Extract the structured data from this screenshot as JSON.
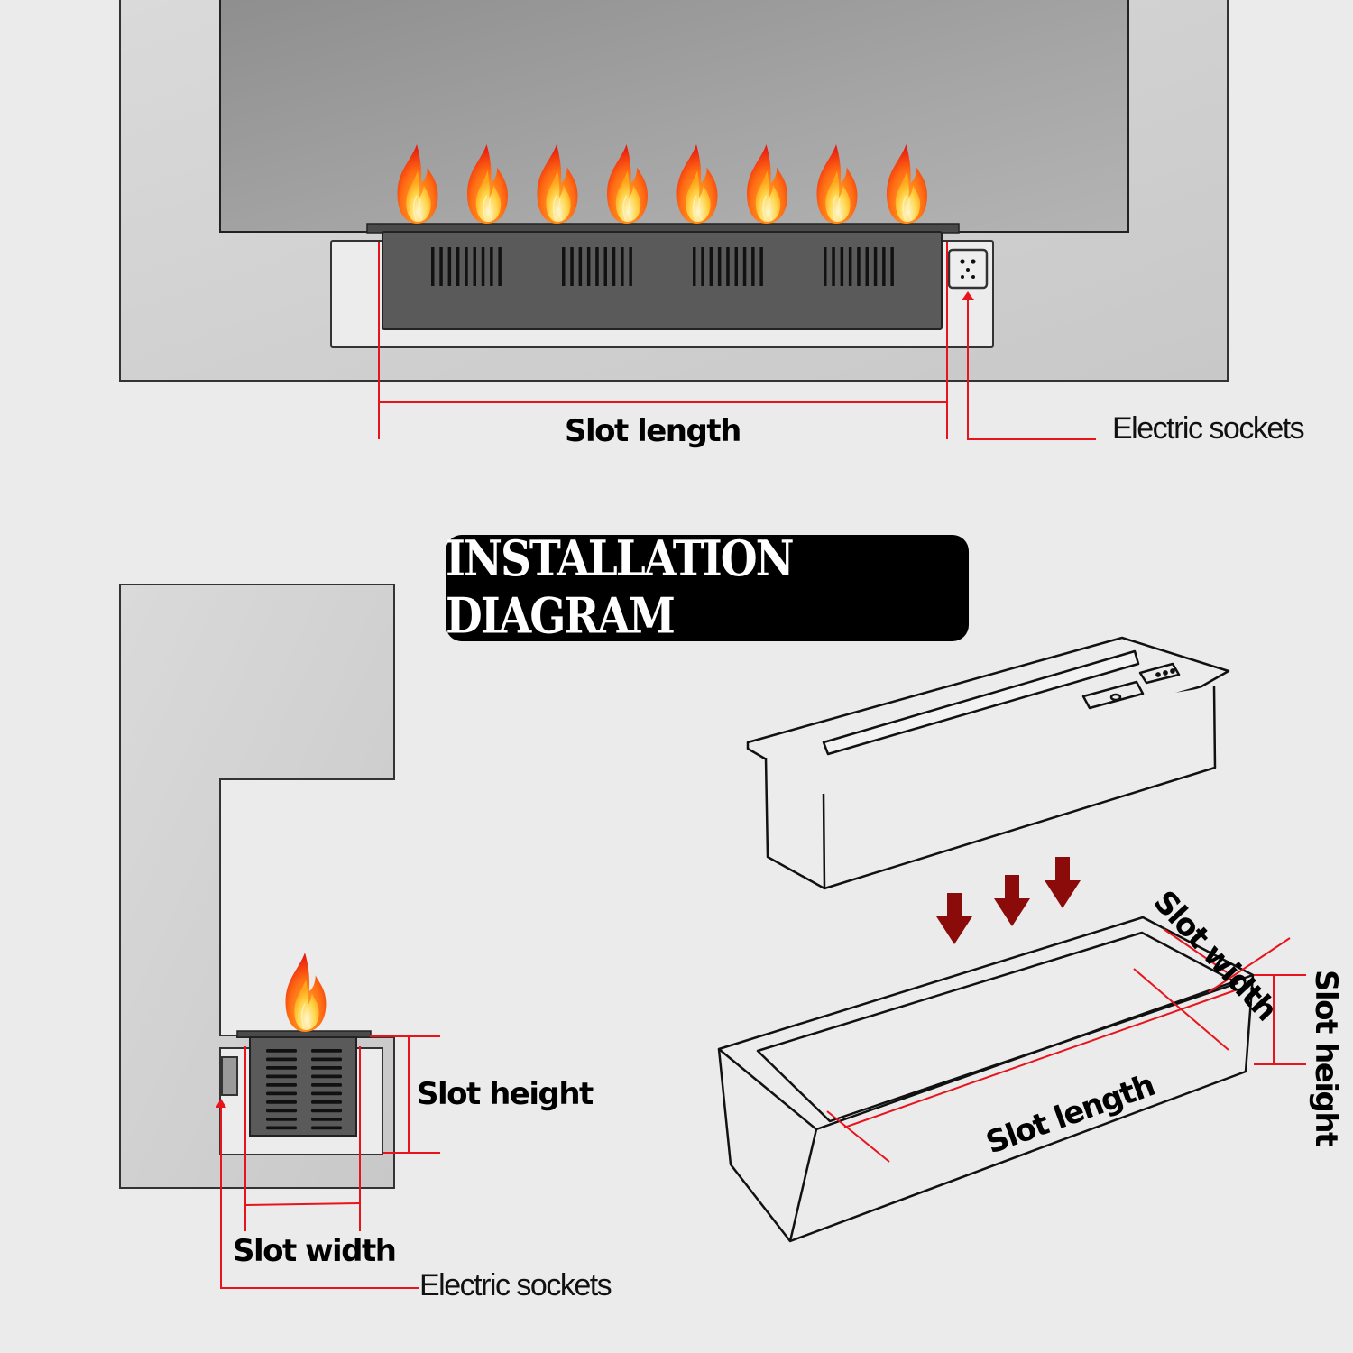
{
  "title": "INSTALLATION DIAGRAM",
  "front_view": {
    "flame_count": 8,
    "vent_group_count": 4,
    "labels": {
      "slot_length": "Slot length",
      "electric_sockets": "Electric sockets"
    }
  },
  "side_view": {
    "flame_count": 1,
    "labels": {
      "slot_height": "Slot height",
      "slot_width": "Slot width",
      "electric_sockets": "Electric sockets"
    }
  },
  "iso_view": {
    "arrow_count": 3,
    "labels": {
      "slot_width": "Slot width",
      "slot_height": "Slot height",
      "slot_length": "Slot length"
    }
  },
  "colors": {
    "background": "#ebebeb",
    "wall": "#cfcfcf",
    "recess": "#9a9a9a",
    "burner": "#5a5a5a",
    "dimension_line": "#e8141c",
    "arrow": "#8b0a0a",
    "title_bg": "#000000",
    "title_text": "#ffffff"
  }
}
